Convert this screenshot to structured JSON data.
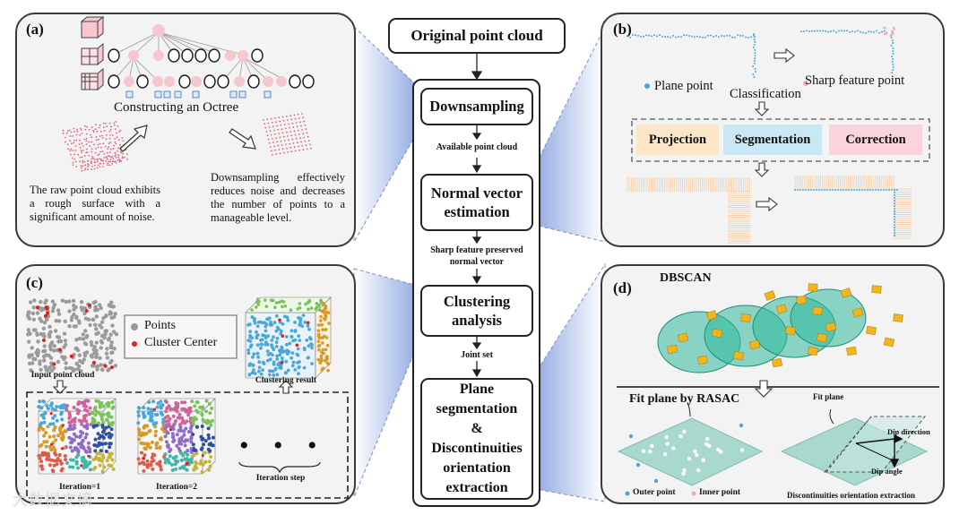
{
  "flow": {
    "original": "Original point cloud",
    "downsampling": "Downsampling",
    "available": "Available point cloud",
    "normal": "Normal vector estimation",
    "sharp_line1": "Sharp feature preserved",
    "sharp_line2": "normal vector",
    "clustering": "Clustering analysis",
    "joint": "Joint set",
    "plane_line1": "Plane",
    "plane_line2": "segmentation",
    "plane_line3": "&",
    "plane_line4": "Discontinuities",
    "plane_line5": "orientation",
    "plane_line6": "extraction"
  },
  "panel_a": {
    "label": "(a)",
    "octree_title": "Constructing an Octree",
    "raw_text": "The raw point cloud exhibits a rough surface with a significant amount of noise.",
    "down_text": "Downsampling effectively reduces noise and decreases the number of points to a manageable level."
  },
  "panel_b": {
    "label": "(b)",
    "plane_point": "Plane point",
    "classification": "Classification",
    "sharp_point": "Sharp feature point",
    "projection": "Projection",
    "segmentation": "Segmentation",
    "correction": "Correction"
  },
  "panel_c": {
    "label": "(c)",
    "legend_points": "Points",
    "legend_center": "Cluster Center",
    "input_label": "Input point cloud",
    "result_label": "Clustering result",
    "iter1": "Iteration=1",
    "iter2": "Iteration=2",
    "dots": "• • •",
    "iter_step": "Iteration step"
  },
  "panel_d": {
    "label": "(d)",
    "dbscan": "DBSCAN",
    "fit_title": "Fit plane by RASAC",
    "fit_plane": "Fit plane",
    "dip_direction": "Dip direction",
    "dip_angle": "Dip angle",
    "outer_point": "Outer point",
    "inner_point": "Inner point",
    "disc_label": "Discontinuities orientation extraction"
  },
  "watermark": "大数据文摘",
  "colors": {
    "panel_bg": "#f3f3f3",
    "plane_point": "#4aa8d8",
    "sharp_point": "#f4a9b8",
    "projection_bg": "#fde6c8",
    "segmentation_bg": "#c9e7f4",
    "correction_bg": "#fbd3da",
    "cluster_center": "#e02020",
    "dbscan_square": "#f3b51c",
    "dbscan_circle": "#2fb89a",
    "plane_fill": "#a9d8cf"
  }
}
